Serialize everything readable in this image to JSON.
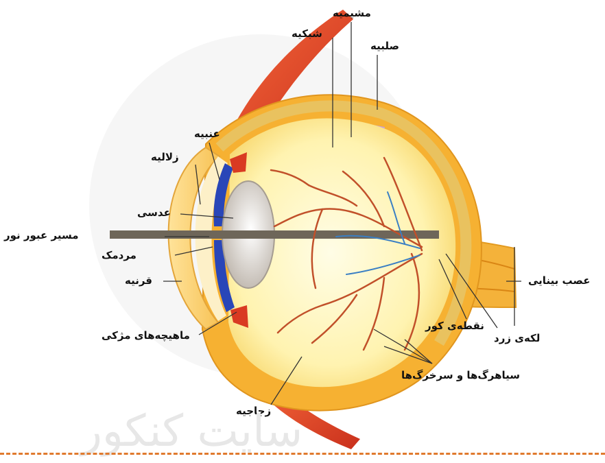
{
  "labels": {
    "choroid": "مشیمیه",
    "retina": "شبکیه",
    "sclera": "صلبیه",
    "iris": "عنبیه",
    "aqueous": "زلالیه",
    "lens": "عدسی",
    "light_path": "مسیر عبور نور",
    "pupil": "مردمک",
    "cornea": "قرنیه",
    "ciliary": "ماهیچه‌های مژکی",
    "vitreous": "زجاجیه",
    "optic_nerve": "عصب بینایی",
    "blind_spot": "نقطه‌ی کور",
    "yellow_spot": "لکه‌ی زرد",
    "vessels": "سیاهرگ‌ها و سرخرگ‌ها"
  },
  "watermark": "سایت کنکور",
  "colors": {
    "sclera": "#f6b132",
    "vitreous": "#fff7c4",
    "retina_band": "#c9a0d6",
    "iris": "#2946b8",
    "vessel": "#c1502a",
    "vein": "#3a7fc4",
    "light_ray": "#6e6659",
    "divider": "#e07a2e"
  }
}
